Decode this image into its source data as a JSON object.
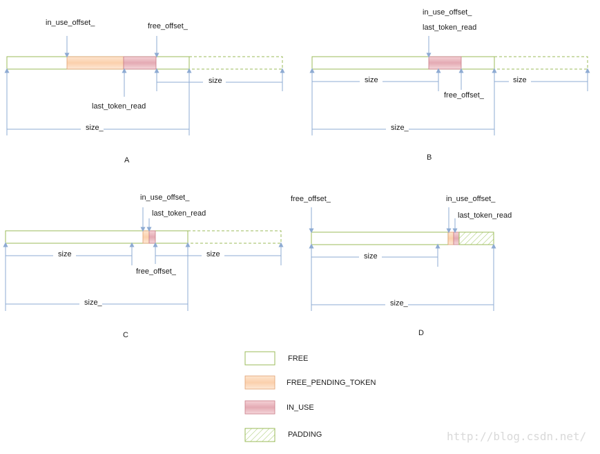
{
  "colors": {
    "free_stroke": "#9bbb59",
    "free_fill": "#ffffff",
    "pending_stroke": "#e0a070",
    "inuse_stroke": "#c87a86",
    "arrow": "#8eabd3",
    "padding_hatch": "#a4c96a"
  },
  "panel_a": {
    "caption": "A",
    "in_use_offset": "in_use_offset_",
    "free_offset": "free_offset_",
    "last_token_read": "last_token_read",
    "size_small": "size",
    "size_total": "size_"
  },
  "panel_b": {
    "caption": "B",
    "in_use_offset": "in_use_offset_",
    "last_token_read": "last_token_read",
    "free_offset": "free_offset_",
    "size_left": "size",
    "size_right": "size",
    "size_total": "size_"
  },
  "panel_c": {
    "caption": "C",
    "in_use_offset": "in_use_offset_",
    "last_token_read": "last_token_read",
    "free_offset": "free_offset_",
    "size_left": "size",
    "size_right": "size",
    "size_total": "size_"
  },
  "panel_d": {
    "caption": "D",
    "free_offset": "free_offset_",
    "in_use_offset": "in_use_offset_",
    "last_token_read": "last_token_read",
    "size_left": "size",
    "size_total": "size_"
  },
  "legend": {
    "free": "FREE",
    "free_pending_token": "FREE_PENDING_TOKEN",
    "in_use": "IN_USE",
    "padding": "PADDING"
  },
  "watermark": "http://blog.csdn.net/"
}
